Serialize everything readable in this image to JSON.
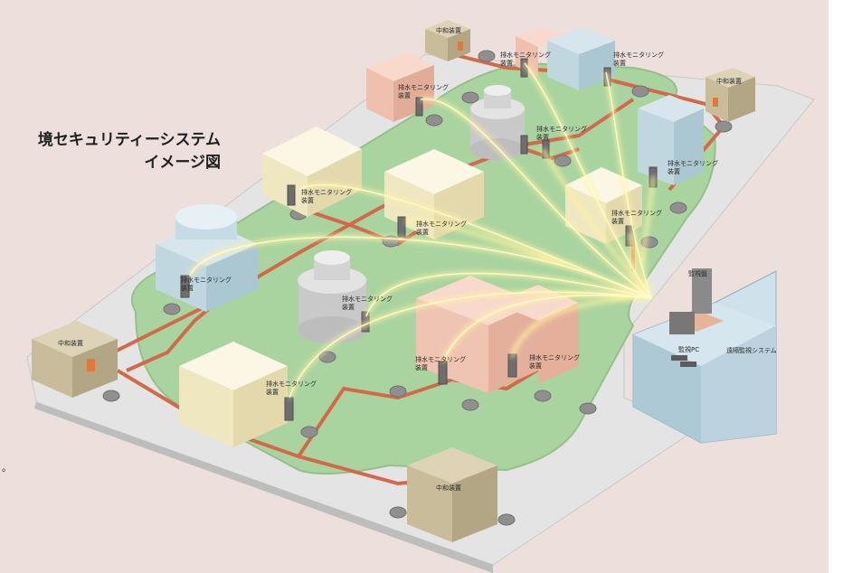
{
  "title": {
    "line1": "境セキュリティーシステム",
    "line2": "イメージ図"
  },
  "stray_mark": "。",
  "colors": {
    "background": "#ede0dc",
    "lawn": "#a9d4a0",
    "pavement": "#e2e2e2",
    "pipe": "#d2694b",
    "signal": "#fff3a0",
    "building_cream": "#f7f0cf",
    "building_pink": "#f2c7b6",
    "building_blue": "#bcd4dc",
    "neutralizer": "#c9bc9b"
  },
  "labels": {
    "monitor": "排水モニタリング",
    "monitor_sub": "装置",
    "neutralizer": "中和装置",
    "monitor_pc": "監視PC",
    "monitor_panel": "監視盤",
    "remote_system": "遠隔監視システム"
  }
}
